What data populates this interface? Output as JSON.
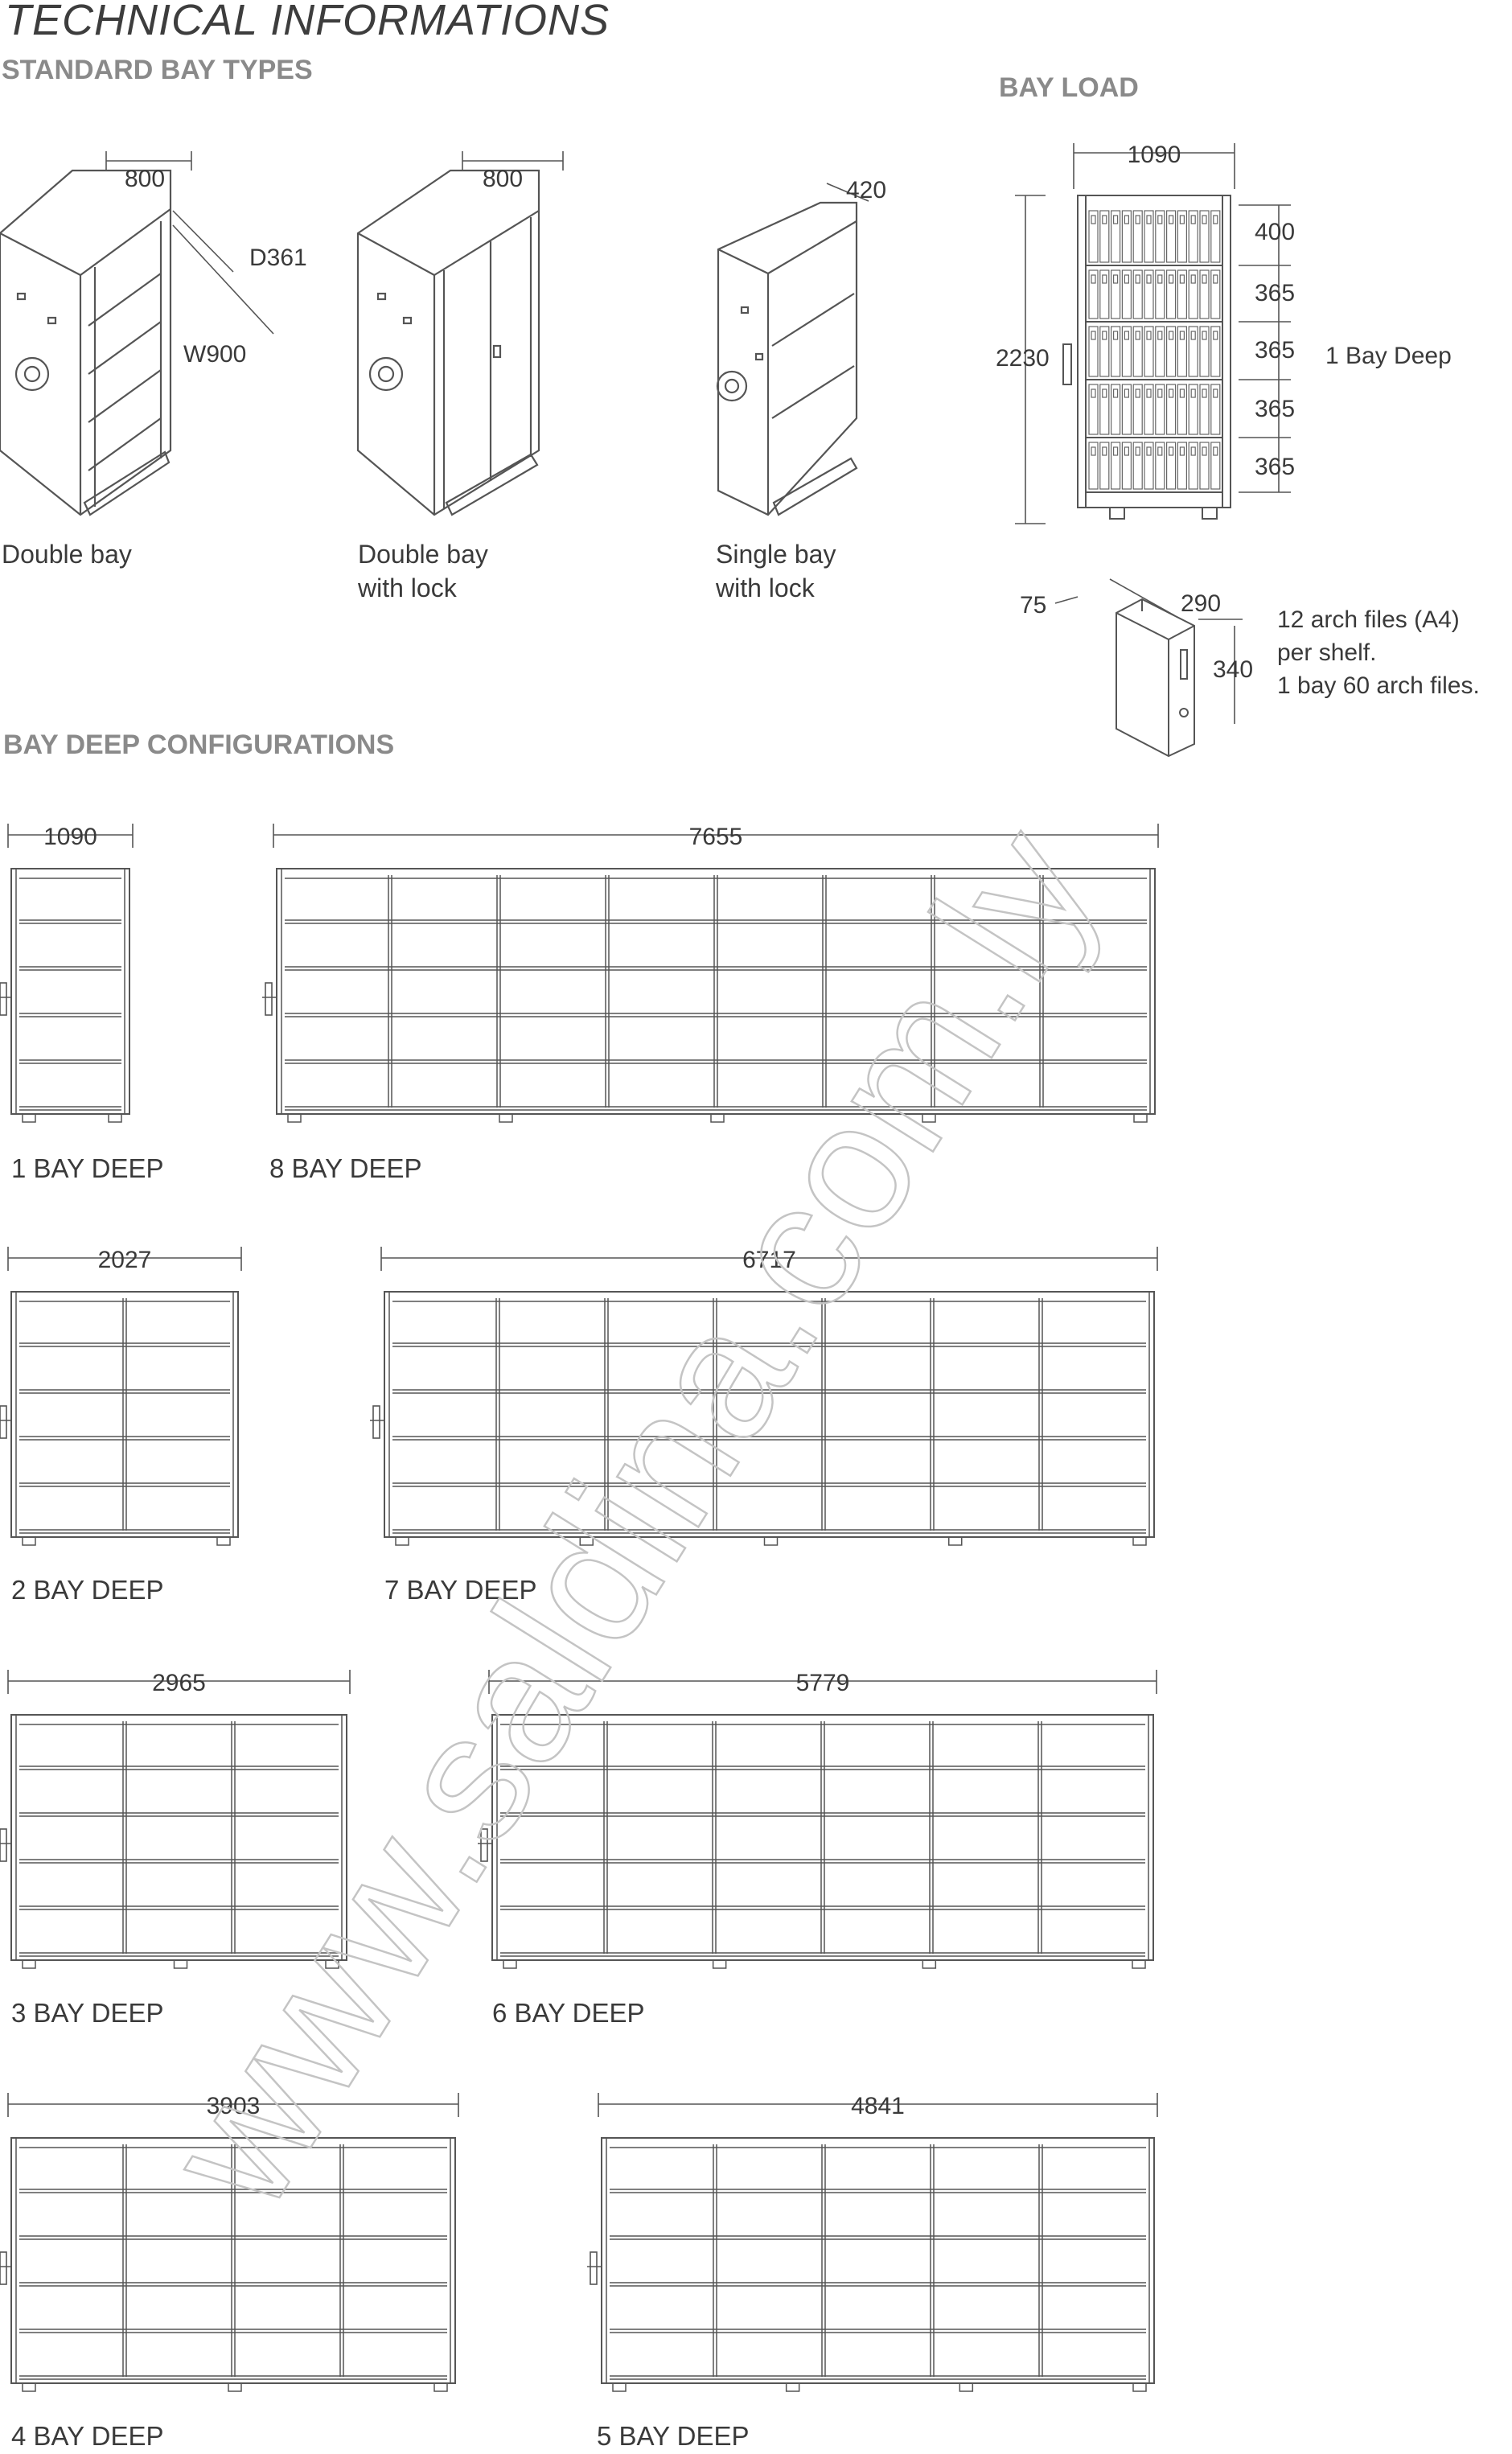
{
  "header": {
    "title": "TECHNICAL INFORMATIONS"
  },
  "standard": {
    "title": "STANDARD BAY TYPES",
    "bays": [
      {
        "label_line1": "Double bay",
        "label_line2": "",
        "dims": [
          "800",
          "D361",
          "W900"
        ]
      },
      {
        "label_line1": "Double bay",
        "label_line2": "with lock",
        "dims": [
          "800"
        ]
      },
      {
        "label_line1": "Single bay",
        "label_line2": "with lock",
        "dims": [
          "420"
        ]
      }
    ]
  },
  "bay_load": {
    "title": "BAY LOAD",
    "width": "1090",
    "height": "2230",
    "shelf_heights": [
      "400",
      "365",
      "365",
      "365",
      "365"
    ],
    "label": "1 Bay Deep",
    "file": {
      "depth": "75",
      "width": "290",
      "height": "340"
    },
    "note_lines": [
      "12 arch files (A4)",
      "per shelf.",
      "1 bay 60 arch files."
    ]
  },
  "configs": {
    "title": "BAY DEEP CONFIGURATIONS",
    "items": [
      {
        "label": "1 BAY DEEP",
        "width": "1090",
        "bays": 1
      },
      {
        "label": "8 BAY DEEP",
        "width": "7655",
        "bays": 8
      },
      {
        "label": "2 BAY DEEP",
        "width": "2027",
        "bays": 2
      },
      {
        "label": "7 BAY DEEP",
        "width": "6717",
        "bays": 7
      },
      {
        "label": "3 BAY DEEP",
        "width": "2965",
        "bays": 3
      },
      {
        "label": "6 BAY DEEP",
        "width": "5779",
        "bays": 6
      },
      {
        "label": "4 BAY DEEP",
        "width": "3903",
        "bays": 4
      },
      {
        "label": "5 BAY DEEP",
        "width": "4841",
        "bays": 5
      }
    ]
  },
  "watermark": "www.saldina.com.ly",
  "colors": {
    "line": "#555555",
    "section_title": "#8a8a8a",
    "watermark": "#c4c4c4"
  }
}
